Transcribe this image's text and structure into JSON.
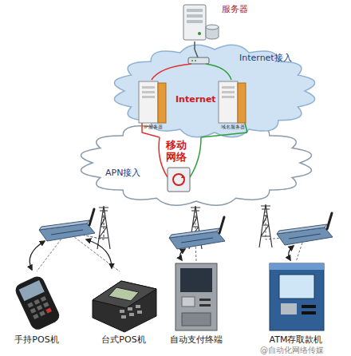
{
  "diagram": {
    "nodes": [
      {
        "text": [
          "服务器"
        ]
      },
      {
        "text": [
          "Internet"
        ]
      },
      {
        "text": [
          "IP服务器"
        ],
        "in": 1
      },
      {
        "text": [
          "域名服务器"
        ],
        "in": 1
      },
      {
        "text": [
          "移动 网络"
        ]
      },
      {
        "text": [
          "手持POS机"
        ]
      },
      {
        "text": [
          "台式POS机"
        ]
      },
      {
        "text": [
          "自动支付终端"
        ]
      },
      {
        "text": [
          "ATM存取款机"
        ]
      }
    ],
    "edges": [
      {
        "from": 0,
        "to": 1,
        "arrow": "none"
      },
      {
        "from": 2,
        "to": 4,
        "arrow": "none"
      },
      {
        "from": 3,
        "to": 4,
        "arrow": "none"
      },
      {
        "from": 4,
        "to": 5,
        "arrow": "none"
      },
      {
        "from": 4,
        "to": 6,
        "arrow": "none"
      },
      {
        "from": 4,
        "to": 7,
        "arrow": "none"
      },
      {
        "from": 4,
        "to": 8,
        "arrow": "none"
      }
    ],
    "labels": [
      "Internet接入",
      "APN接入",
      "@自动化网络传媒"
    ]
  }
}
